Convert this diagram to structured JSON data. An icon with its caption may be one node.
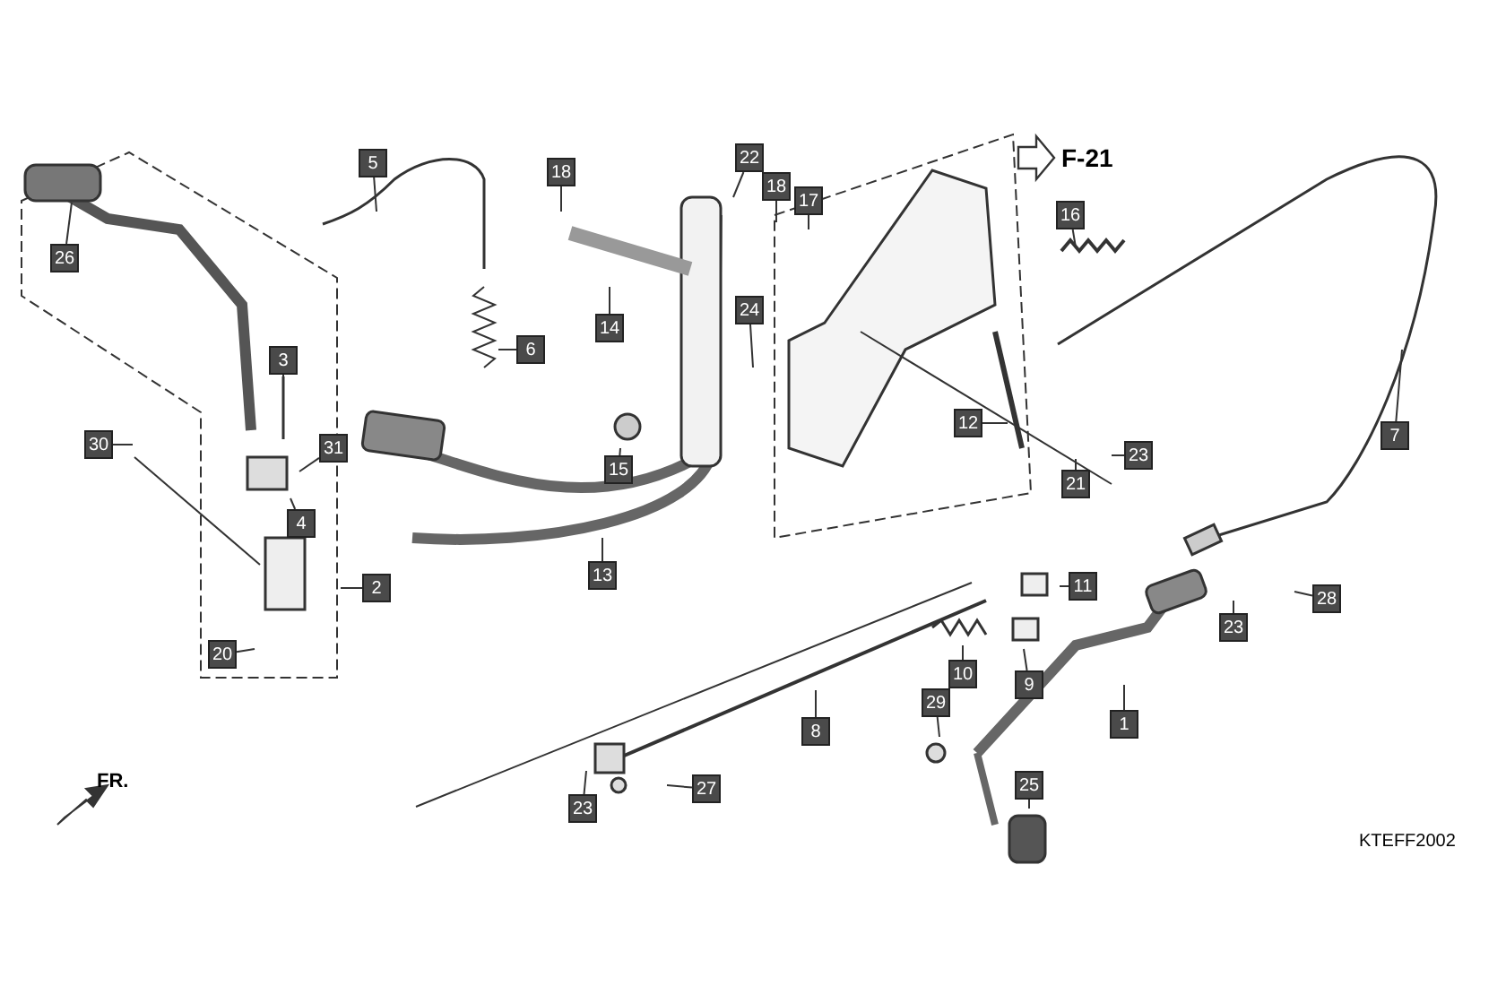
{
  "diagram": {
    "nodes": [
      {
        "text": [
          "5"
        ]
      },
      {
        "text": [
          "22"
        ]
      },
      {
        "text": [
          "18"
        ]
      },
      {
        "text": [
          "18"
        ]
      },
      {
        "text": [
          "17"
        ]
      },
      {
        "text": [
          "16"
        ]
      },
      {
        "text": [
          "26"
        ]
      },
      {
        "text": [
          "14"
        ]
      },
      {
        "text": [
          "6"
        ]
      },
      {
        "text": [
          "3"
        ]
      },
      {
        "text": [
          "24"
        ]
      },
      {
        "text": [
          "12"
        ]
      },
      {
        "text": [
          "7"
        ]
      },
      {
        "text": [
          "30"
        ]
      },
      {
        "text": [
          "31"
        ]
      },
      {
        "text": [
          "15"
        ]
      },
      {
        "text": [
          "23"
        ]
      },
      {
        "text": [
          "21"
        ]
      },
      {
        "text": [
          "4"
        ]
      },
      {
        "text": [
          "13"
        ]
      },
      {
        "text": [
          "2"
        ]
      },
      {
        "text": [
          "11"
        ]
      },
      {
        "text": [
          "28"
        ]
      },
      {
        "text": [
          "23"
        ]
      },
      {
        "text": [
          "20"
        ]
      },
      {
        "text": [
          "9"
        ]
      },
      {
        "text": [
          "10"
        ]
      },
      {
        "text": [
          "29"
        ]
      },
      {
        "text": [
          "8"
        ]
      },
      {
        "text": [
          "1"
        ]
      },
      {
        "text": [
          "27"
        ]
      },
      {
        "text": [
          "25"
        ]
      },
      {
        "text": [
          "23"
        ]
      }
    ],
    "edges": [
      {
        "from": 0,
        "to": null,
        "arrow": "none"
      },
      {
        "from": 1,
        "to": null,
        "arrow": "none"
      },
      {
        "from": 2,
        "to": null,
        "arrow": "none"
      },
      {
        "from": 3,
        "to": null,
        "arrow": "none"
      },
      {
        "from": 4,
        "to": null,
        "arrow": "none"
      },
      {
        "from": 5,
        "to": null,
        "arrow": "none"
      },
      {
        "from": 6,
        "to": null,
        "arrow": "none"
      },
      {
        "from": 7,
        "to": null,
        "arrow": "none"
      },
      {
        "from": 8,
        "to": null,
        "arrow": "none"
      },
      {
        "from": 9,
        "to": null,
        "arrow": "none"
      },
      {
        "from": 10,
        "to": null,
        "arrow": "none"
      },
      {
        "from": 11,
        "to": null,
        "arrow": "none"
      },
      {
        "from": 12,
        "to": null,
        "arrow": "none"
      },
      {
        "from": 13,
        "to": null,
        "arrow": "none"
      },
      {
        "from": 14,
        "to": null,
        "arrow": "none"
      },
      {
        "from": 15,
        "to": null,
        "arrow": "none"
      },
      {
        "from": 16,
        "to": null,
        "arrow": "none"
      },
      {
        "from": 17,
        "to": null,
        "arrow": "none"
      },
      {
        "from": 18,
        "to": null,
        "arrow": "none"
      },
      {
        "from": 19,
        "to": null,
        "arrow": "none"
      },
      {
        "from": 20,
        "to": null,
        "arrow": "none"
      },
      {
        "from": 21,
        "to": null,
        "arrow": "none"
      },
      {
        "from": 22,
        "to": null,
        "arrow": "none"
      },
      {
        "from": 23,
        "to": null,
        "arrow": "none"
      },
      {
        "from": 24,
        "to": null,
        "arrow": "none"
      },
      {
        "from": 25,
        "to": null,
        "arrow": "none"
      },
      {
        "from": 26,
        "to": null,
        "arrow": "none"
      },
      {
        "from": 27,
        "to": null,
        "arrow": "none"
      },
      {
        "from": 28,
        "to": null,
        "arrow": "none"
      },
      {
        "from": 29,
        "to": null,
        "arrow": "none"
      },
      {
        "from": 30,
        "to": null,
        "arrow": "none"
      },
      {
        "from": 31,
        "to": null,
        "arrow": "none"
      },
      {
        "from": 32,
        "to": null,
        "arrow": "none"
      }
    ],
    "labels": [
      "F-21",
      "FR.",
      "KTEFF2002"
    ]
  }
}
